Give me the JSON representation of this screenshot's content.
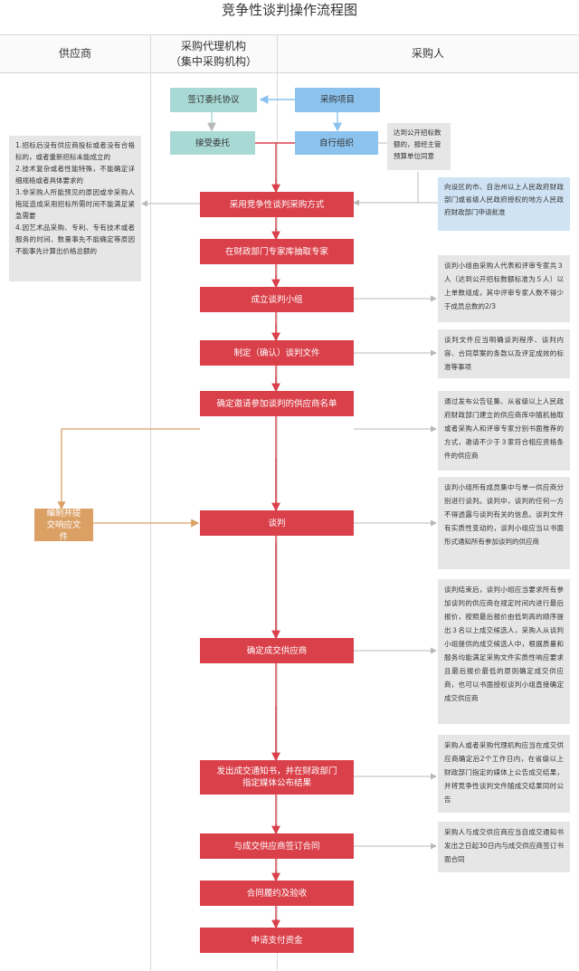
{
  "title": "竞争性谈判操作流程图",
  "lanes": {
    "supplier": "供应商",
    "agency_line1": "采购代理机构",
    "agency_line2": "（集中采购机构）",
    "purchaser": "采购人"
  },
  "boxes": {
    "sign_agreement": "签订委托协议",
    "accept_entrust": "接受委托",
    "project": "采购项目",
    "self_org": "自行组织",
    "adopt_method": "采用竞争性谈判采购方式",
    "extract_experts": "在财政部门专家库抽取专家",
    "form_group": "成立谈判小组",
    "make_doc": "制定（确认）谈判文件",
    "determine_list": "确定邀请参加谈判的供应商名单",
    "negotiate": "谈判",
    "prepare_response": "编制并提交响应文件",
    "determine_supplier": "确定成交供应商",
    "issue_notice_1": "发出成交通知书，并在财政部门",
    "issue_notice_2": "指定媒体公布结果",
    "sign_contract": "与成交供应商签订合同",
    "perform": "合同履约及验收",
    "apply_pay": "申请支付资金"
  },
  "notes": {
    "conditions": "1.招标后没有供应商投标或者没有合格标的，或者重新招标未能成立的\n2.技术复杂或者性能特殊，不能确定详细规格或者具体要求的\n3.非采购人所能预见的原因或非采购人拖延造成采用招标所需时间不能满足紧急需要\n4.因艺术品采购、专利、专有技术或者服务的时间、数量事先不能确定等原因不能事先计算出价格总额的",
    "threshold": "达到公开招标数额的，报经主管预算单位同意",
    "approval": "向设区的市、自治州以上人民政府财政部门或省级人民政府授权的地方人民政府财政部门申请批准",
    "group": "谈判小组由采购人代表和评审专家共３人（达到公开招标数额标准为５人）以上单数组成，其中评审专家人数不得少于成员总数的2/3",
    "doc": "谈判文件应当明确谈判程序、谈判内容、合同草案的条款以及评定成效的标准等事项",
    "list": "通过发布公告征集、从省级以上人民政府财政部门建立的供应商库中随机抽取或者采购人和评审专家分别书面推荐的方式，邀请不少于３家符合相应资格条件的供应商",
    "negotiate": "谈判小组所有成员集中与单一供应商分别进行谈判。谈判中，谈判的任何一方不得透露与谈判有关的信息。谈判文件有实质性变动的，谈判小组应当以书面形式通知所有参加谈判的供应商",
    "determine": "谈判结束后，谈判小组应当要求所有参加谈判的供应商在规定时间内进行最后报价，按照最后报价由低到高的顺序提出３名以上成交候选人，采购人从谈判小组提供的成交候选人中，根据质量和服务均能满足采购文件实质性响应要求且最后报价最低的原则确定成交供应商，也可以书面授权谈判小组直接确定成交供应商",
    "publish": "采购人或者采购代理机构应当在成交供应商确定后2个工作日内，在省级以上财政部门指定的媒体上公告成交结果，并将竞争性谈判文件随成交结果同时公告",
    "contract": "采购人与成交供应商应当自成交通知书发出之日起30日内与成交供应商签订书面合同"
  },
  "colors": {
    "red": "#d9404a",
    "teal": "#a8d9d4",
    "blue": "#8cc3ee",
    "orange": "#dba064",
    "note_gray": "#e6e6e6"
  }
}
